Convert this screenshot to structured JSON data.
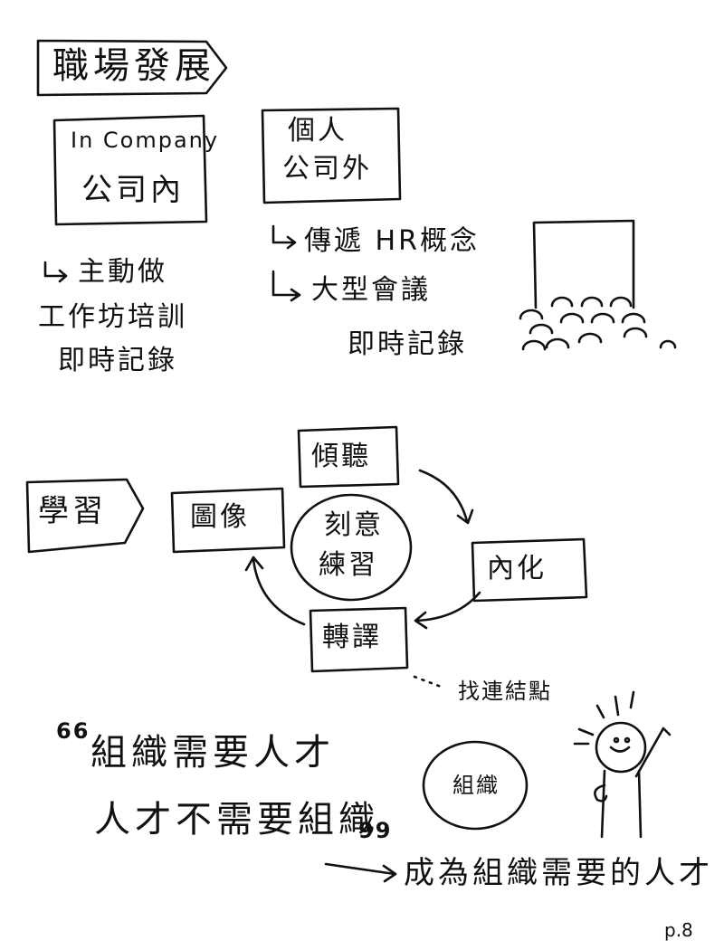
{
  "career": {
    "title": "職場發展",
    "in_company": {
      "en": "In Company",
      "zh": "公司內"
    },
    "personal": {
      "line1": "個人",
      "line2": "公司外"
    },
    "left_items": [
      "主動做",
      "工作坊培訓",
      "即時記錄"
    ],
    "right_items": [
      "傳遞 HR概念",
      "大型會議",
      "即時記錄"
    ]
  },
  "learning": {
    "title": "學習",
    "center": {
      "line1": "刻意",
      "line2": "練習"
    },
    "cycle": [
      "傾聽",
      "內化",
      "轉譯",
      "圖像"
    ],
    "connect_note": "找連結點"
  },
  "quote": {
    "open_mark": "66",
    "line1": "組織需要人才",
    "line2": "人才不需要組織",
    "close_mark": "99",
    "result": "成為組織需要的人才",
    "bubble": "組織"
  },
  "page_number": "p.8"
}
